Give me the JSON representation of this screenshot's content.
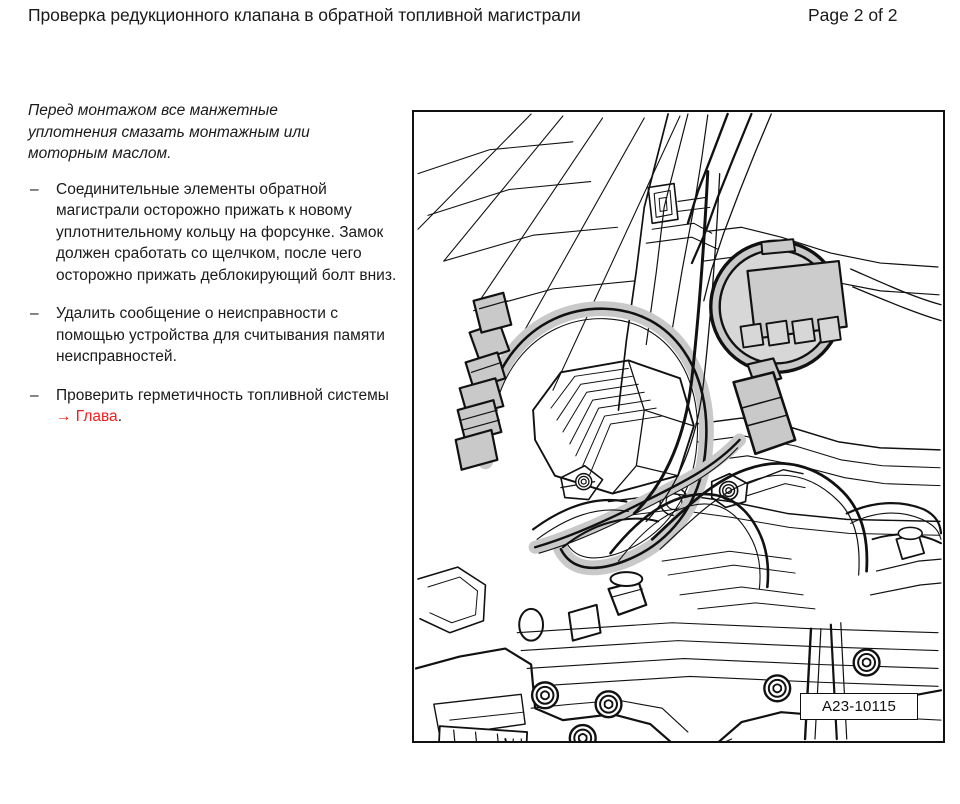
{
  "header": {
    "title": "Проверка редукционного клапана в обратной топливной магистрали",
    "page_number": "Page 2 of 2"
  },
  "content": {
    "intro_note": "Перед монтажом все манжетные уплотнения смазать монтажным или моторным маслом.",
    "bullet_marker": "–",
    "bullets": [
      {
        "text": "Соединительные элементы обратной магистрали осторожно прижать к новому уплотнительному кольцу на форсунке. Замок должен сработать со щелчком, после чего осторожно прижать деблокирующий болт вниз.",
        "xref": "",
        "tail": ""
      },
      {
        "text": "Удалить сообщение о неисправности с помощью устройства для считывания памяти неисправностей.",
        "xref": "",
        "tail": ""
      },
      {
        "text": "Проверить герметичность топливной системы ",
        "xref": "→ Глава",
        "tail": "."
      }
    ]
  },
  "figure": {
    "caption_code": "A23-10115",
    "alt_description": "Линейный чертёж моторного отсека с подключённым цифровым манометром на обратной топливной магистрали",
    "colors": {
      "line": "#111111",
      "hose_fill": "#c9c9c9",
      "panel_fill": "#d4d4d4",
      "background": "#ffffff"
    }
  },
  "palette": {
    "text": "#1a1a1a",
    "xref_red": "#ee2020",
    "page_background": "#ffffff",
    "frame_border": "#111111"
  }
}
